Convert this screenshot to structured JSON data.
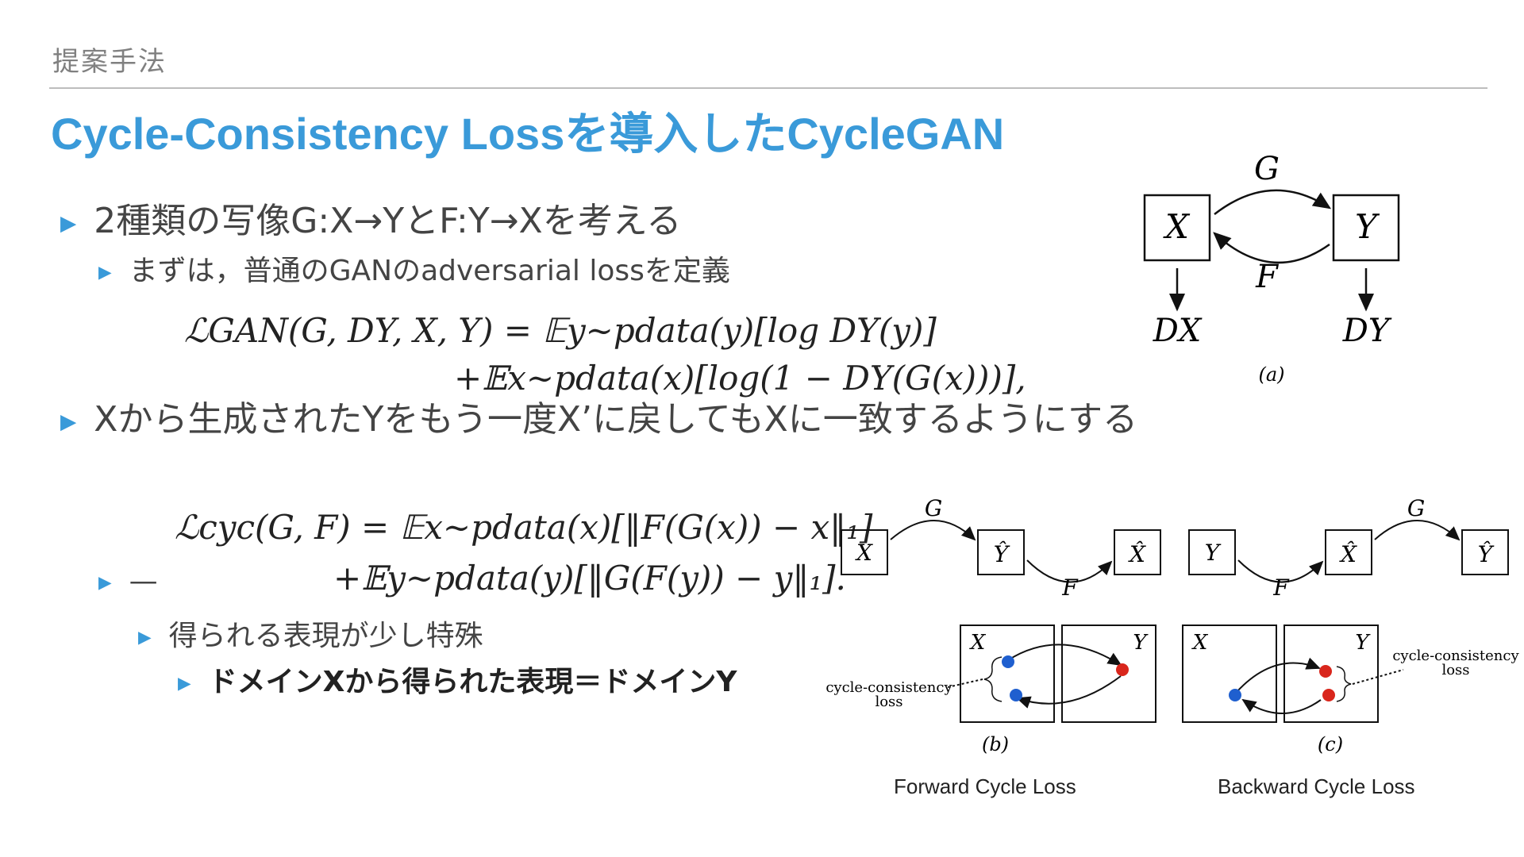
{
  "header": {
    "section": "提案手法",
    "title": "Cycle-Consistency Lossを導入したCycleGAN"
  },
  "bullets": {
    "b1": "2種類の写像G:X→YとF:Y→Xを考える",
    "b1_sub": "まずは，普通のGANのadversarial lossを定義",
    "b2": "Xから生成されたYをもう一度X’に戻してもXに一致するようにする",
    "b3_prefix": "—",
    "b3_sub": "得られる表現が少し特殊",
    "b3_sub_sub": "ドメインXから得られた表現＝ドメインY"
  },
  "formulas": {
    "gan_line1": "ℒGAN(G, DY, X, Y) = 𝔼y∼pdata(y)[log DY(y)]",
    "gan_line2": "+𝔼x∼pdata(x)[log(1 − DY(G(x)))],",
    "cyc_line1": "ℒcyc(G, F) = 𝔼x∼pdata(x)[‖F(G(x)) − x‖₁]",
    "cyc_line2": "+𝔼y∼pdata(y)[‖G(F(y)) − y‖₁]."
  },
  "diagram_a": {
    "G": "G",
    "F": "F",
    "X": "X",
    "Y": "Y",
    "DX": "DX",
    "DY": "DY",
    "label": "(a)"
  },
  "diagram_b": {
    "G": "G",
    "F": "F",
    "X": "X",
    "Yhat": "Ŷ",
    "Xhat": "X̂",
    "Y": "Y",
    "loss_line1": "cycle-consistency",
    "loss_line2": "loss",
    "label": "(b)",
    "caption": "Forward Cycle Loss"
  },
  "diagram_c": {
    "G": "G",
    "F": "F",
    "Y": "Y",
    "Xhat": "X̂",
    "Yhat": "Ŷ",
    "X": "X",
    "loss_line1": "cycle-consistency",
    "loss_line2": "loss",
    "label": "(c)",
    "caption": "Backward Cycle Loss"
  },
  "colors": {
    "accent": "#3a9ad9",
    "blue_dot": "#1f5fcf",
    "red_dot": "#d9261c"
  }
}
